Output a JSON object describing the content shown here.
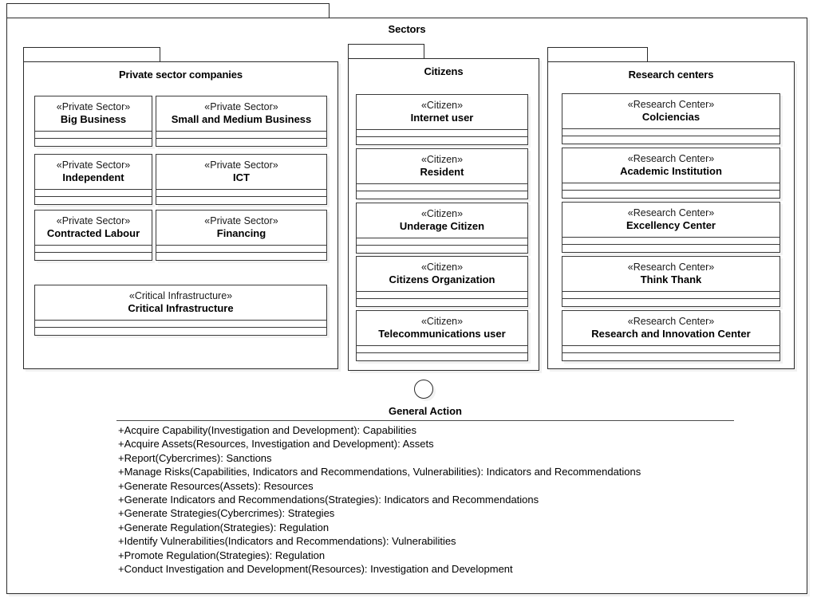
{
  "diagram": {
    "type": "uml-package-diagram",
    "root_package": {
      "title": "Sectors"
    },
    "interface_symbol": "interface-ball-icon"
  },
  "packages": [
    {
      "name": "private-sector-companies",
      "title": "Private sector companies",
      "classes": [
        {
          "stereotype": "«Private Sector»",
          "name": "Big Business"
        },
        {
          "stereotype": "«Private Sector»",
          "name": "Small and Medium Business"
        },
        {
          "stereotype": "«Private Sector»",
          "name": "Independent"
        },
        {
          "stereotype": "«Private Sector»",
          "name": "ICT"
        },
        {
          "stereotype": "«Private Sector»",
          "name": "Contracted Labour"
        },
        {
          "stereotype": "«Private Sector»",
          "name": "Financing"
        },
        {
          "stereotype": "«Critical Infrastructure»",
          "name": "Critical Infrastructure"
        }
      ]
    },
    {
      "name": "citizens",
      "title": "Citizens",
      "classes": [
        {
          "stereotype": "«Citizen»",
          "name": "Internet user"
        },
        {
          "stereotype": "«Citizen»",
          "name": "Resident"
        },
        {
          "stereotype": "«Citizen»",
          "name": "Underage Citizen"
        },
        {
          "stereotype": "«Citizen»",
          "name": "Citizens Organization"
        },
        {
          "stereotype": "«Citizen»",
          "name": "Telecommunications user"
        }
      ]
    },
    {
      "name": "research-centers",
      "title": "Research centers",
      "classes": [
        {
          "stereotype": "«Research Center»",
          "name": "Colciencias"
        },
        {
          "stereotype": "«Research Center»",
          "name": "Academic Institution"
        },
        {
          "stereotype": "«Research Center»",
          "name": "Excellency Center"
        },
        {
          "stereotype": "«Research Center»",
          "name": "Think Thank"
        },
        {
          "stereotype": "«Research Center»",
          "name": "Research and Innovation Center"
        }
      ]
    }
  ],
  "general_action": {
    "title": "General Action",
    "operations": [
      "+Acquire Capability(Investigation and Development): Capabilities",
      "+Acquire Assets(Resources, Investigation and Development): Assets",
      "+Report(Cybercrimes): Sanctions",
      "+Manage Risks(Capabilities, Indicators and Recommendations, Vulnerabilities): Indicators and Recommendations",
      "+Generate Resources(Assets): Resources",
      "+Generate Indicators and Recommendations(Strategies): Indicators and Recommendations",
      "+Generate Strategies(Cybercrimes): Strategies",
      "+Generate Regulation(Strategies): Regulation",
      "+Identify Vulnerabilities(Indicators and Recommendations): Vulnerabilities",
      "+Promote Regulation(Strategies): Regulation",
      "+Conduct Investigation and Development(Resources): Investigation and Development"
    ]
  },
  "colors": {
    "stroke": "#2b2b2b",
    "class_stroke": "#3a3a3a",
    "background": "#ffffff",
    "text": "#000000"
  }
}
